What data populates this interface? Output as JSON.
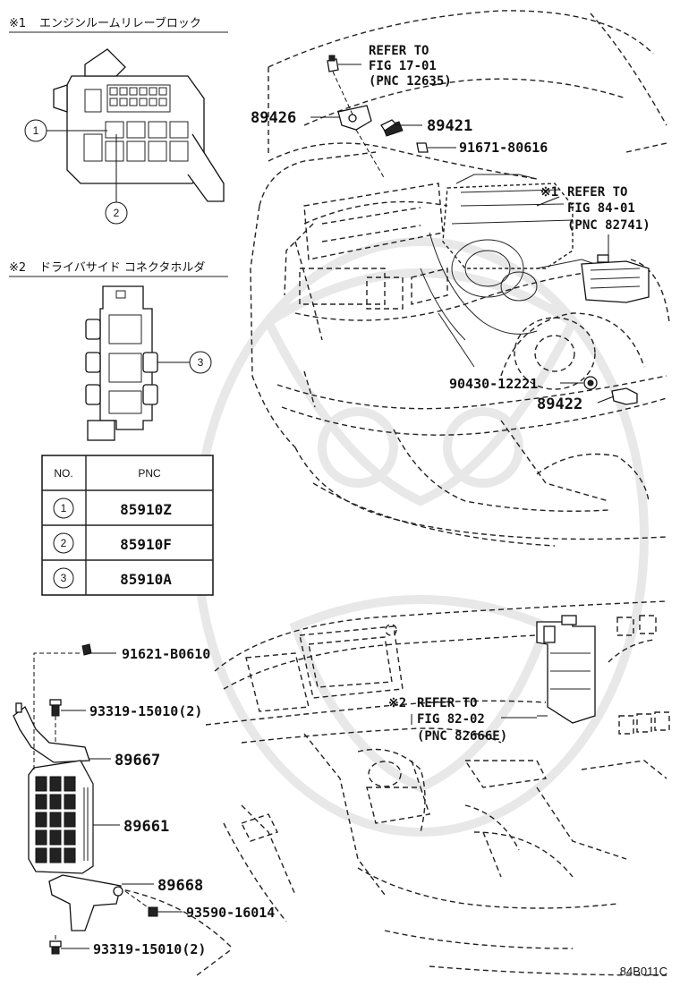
{
  "inset1": {
    "mark": "※1",
    "title": "エンジンルームリレーブロック",
    "callouts": [
      "1",
      "2"
    ]
  },
  "inset2": {
    "mark": "※2",
    "title": "ドライバサイド コネクタホルダ",
    "callouts": [
      "3"
    ]
  },
  "table": {
    "headers": [
      "NO.",
      "PNC"
    ],
    "rows": [
      {
        "no": "1",
        "pnc": "85910Z"
      },
      {
        "no": "2",
        "pnc": "85910F"
      },
      {
        "no": "3",
        "pnc": "85910A"
      }
    ]
  },
  "engine": {
    "refer1": {
      "line1": "REFER TO",
      "line2": "FIG 17-01",
      "line3": "(PNC 12635)"
    },
    "refer2": {
      "mark": "※1",
      "line1": "REFER TO",
      "line2": "FIG 84-01",
      "line3": "(PNC 82741)"
    },
    "parts": {
      "p89426": "89426",
      "p89421": "89421",
      "p91671": "91671-80616",
      "p90430": "90430-12221",
      "p89422": "89422"
    }
  },
  "cabin": {
    "refer3": {
      "mark": "※2",
      "line1": "REFER TO",
      "line2": "FIG 82-02",
      "line3": "(PNC 82666E)"
    },
    "parts": {
      "p91621": "91621-B0610",
      "p93319a": "93319-15010(2)",
      "p89667": "89667",
      "p89661": "89661",
      "p89668": "89668",
      "p93590": "93590-16014",
      "p93319b": "93319-15010(2)"
    }
  },
  "figure_code": "84B011C"
}
